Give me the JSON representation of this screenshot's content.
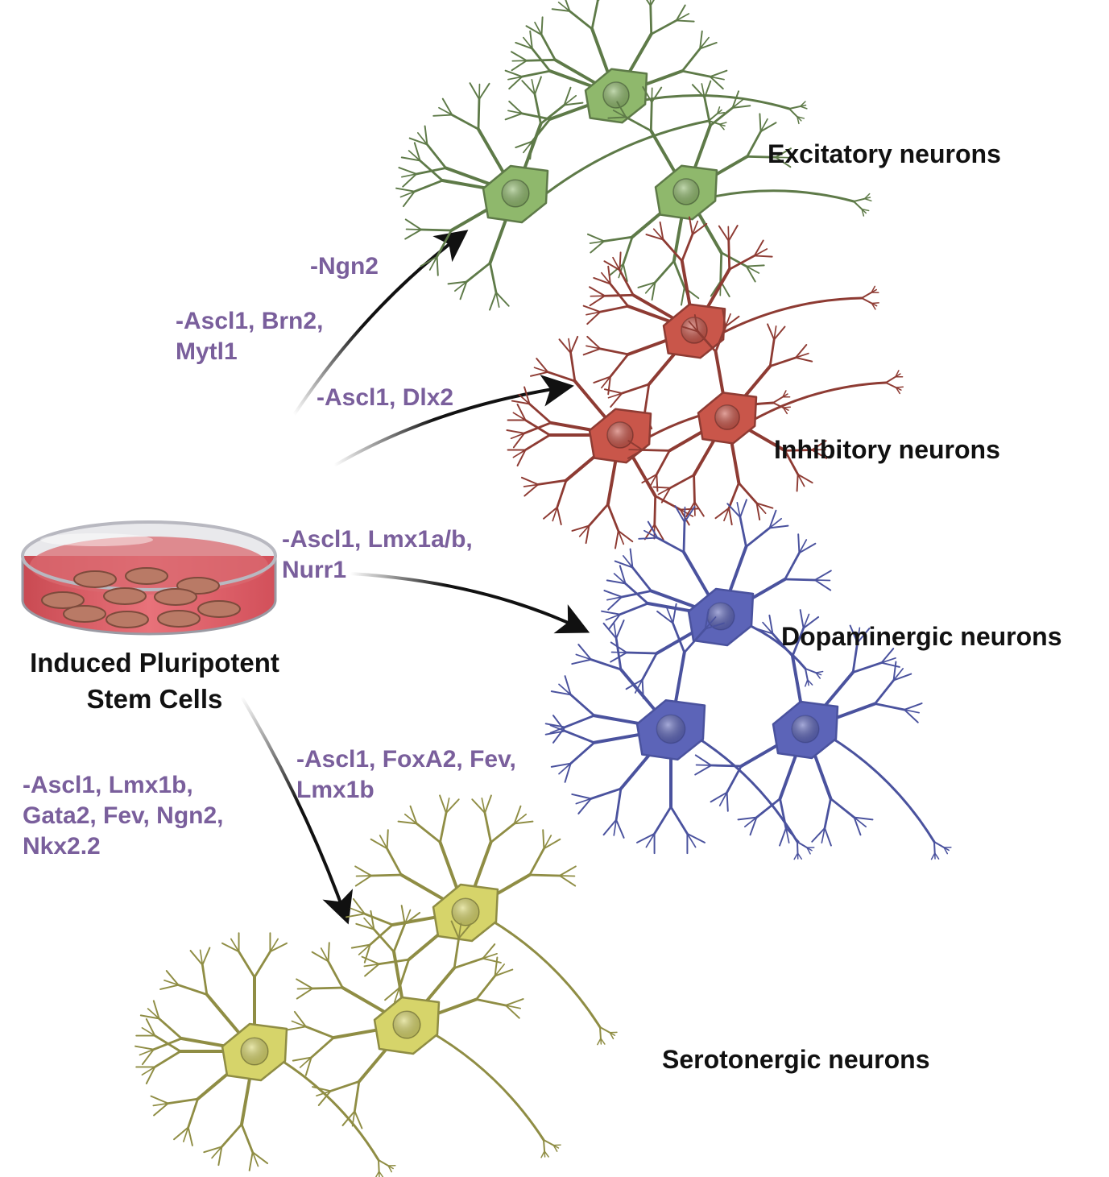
{
  "source": {
    "line1": "Induced Pluripotent",
    "line2": "Stem Cells"
  },
  "targets": {
    "excitatory": "Excitatory neurons",
    "inhibitory": "Inhibitory neurons",
    "dopaminergic": "Dopaminergic neurons",
    "serotonergic": "Serotonergic neurons"
  },
  "factors": {
    "ngn2": "-Ngn2",
    "ascl1_brn2_line1": "-Ascl1, Brn2,",
    "ascl1_brn2_line2": "Mytl1",
    "ascl1_dlx2": "-Ascl1, Dlx2",
    "ascl1_lmx1ab_line1": "-Ascl1, Lmx1a/b,",
    "ascl1_lmx1ab_line2": "Nurr1",
    "ascl1_foxa2_line1": "-Ascl1, FoxA2, Fev,",
    "ascl1_foxa2_line2": "Lmx1b",
    "ascl1_gata2_line1": "-Ascl1, Lmx1b,",
    "ascl1_gata2_line2": "Gata2, Fev, Ngn2,",
    "ascl1_gata2_line3": "Nkx2.2"
  },
  "colors": {
    "excitatory": "#8fb86c",
    "excitatory_stroke": "#5e7a48",
    "inhibitory": "#c9564a",
    "inhibitory_stroke": "#8e3b33",
    "dopaminergic": "#5c64b8",
    "dopaminergic_stroke": "#4a529e",
    "serotonergic": "#d6d46a",
    "serotonergic_stroke": "#8f8d44",
    "factor_text": "#7a5f9c",
    "arrow": "#111111"
  }
}
